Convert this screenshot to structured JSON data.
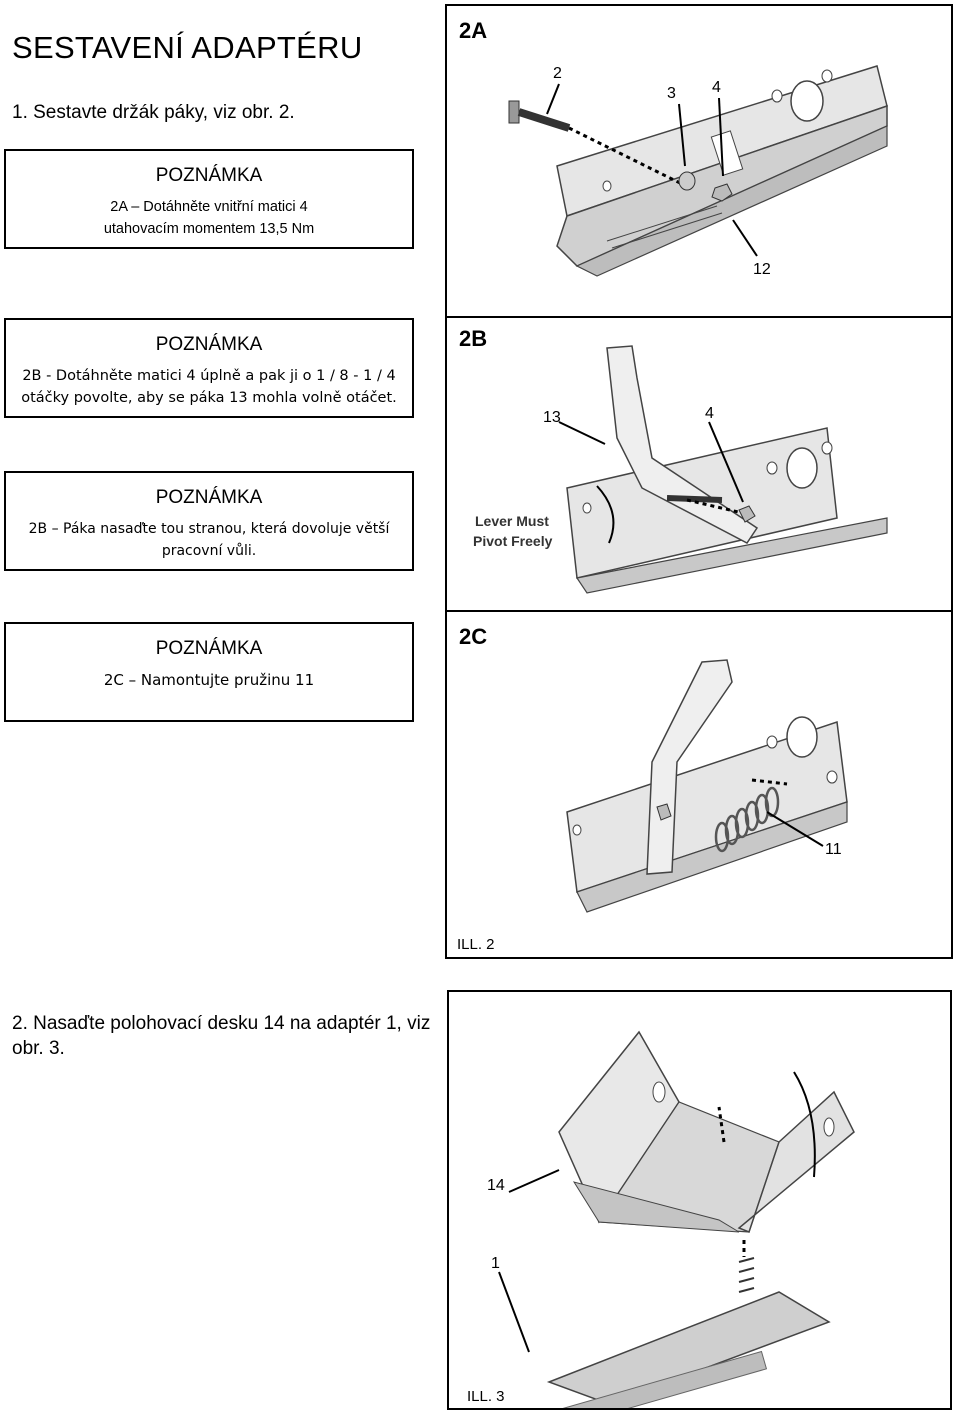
{
  "header": {
    "title": "SESTAVENÍ ADAPTÉRU",
    "step1": "1. Sestavte držák páky, viz obr. 2.",
    "step2": "2. Nasaďte polohovací desku 14 na adaptér 1, viz obr. 3."
  },
  "notes": [
    {
      "heading": "POZNÁMKA",
      "text": "2A – Dotáhněte vnitřní matici 4 utahovacím momentem 13,5 Nm"
    },
    {
      "heading": "POZNÁMKA",
      "text": "2B - Dotáhněte matici 4 úplně a pak ji o 1 / 8 - 1 / 4 otáčky povolte, aby se páka 13 mohla volně otáčet."
    },
    {
      "heading": "POZNÁMKA",
      "text": "2B – Páka nasaďte tou stranou, která dovoluje větší pracovní vůli."
    },
    {
      "heading": "POZNÁMKA",
      "text": "2C – Namontujte pružinu 11"
    }
  ],
  "figure2": {
    "panel_a": {
      "label": "2A",
      "callouts": [
        "2",
        "3",
        "4",
        "12"
      ]
    },
    "panel_b": {
      "label": "2B",
      "callouts": [
        "13",
        "4"
      ],
      "caption_line1": "Lever Must",
      "caption_line2": "Pivot Freely"
    },
    "panel_c": {
      "label": "2C",
      "callouts": [
        "11"
      ]
    },
    "ill_label": "ILL. 2"
  },
  "figure3": {
    "callouts": [
      "14",
      "1"
    ],
    "ill_label": "ILL. 3"
  }
}
